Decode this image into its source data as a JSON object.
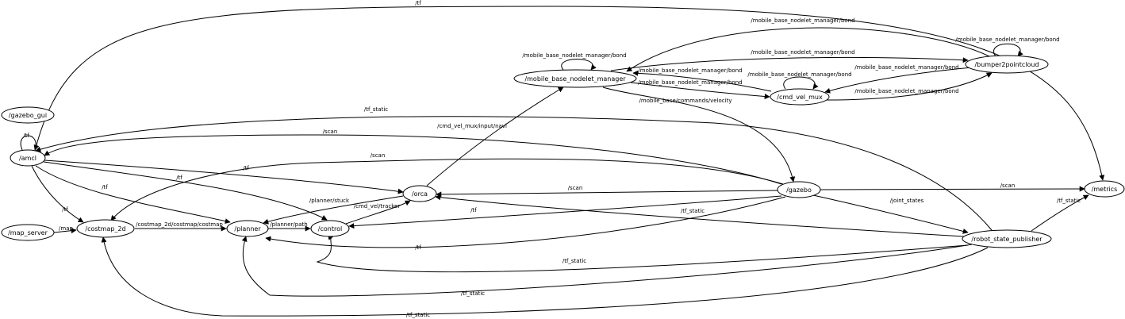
{
  "graph": {
    "nodes": [
      {
        "id": "gazebo_gui",
        "label": "/gazebo_gui"
      },
      {
        "id": "amcl",
        "label": "/amcl"
      },
      {
        "id": "map_server",
        "label": "/map_server"
      },
      {
        "id": "costmap_2d",
        "label": "/costmap_2d"
      },
      {
        "id": "planner",
        "label": "/planner"
      },
      {
        "id": "control",
        "label": "/control"
      },
      {
        "id": "orca",
        "label": "/orca"
      },
      {
        "id": "mobile_base_nodelet_manager",
        "label": "/mobile_base_nodelet_manager"
      },
      {
        "id": "cmd_vel_mux",
        "label": "/cmd_vel_mux"
      },
      {
        "id": "bumper2pointcloud",
        "label": "/bumper2pointcloud"
      },
      {
        "id": "gazebo",
        "label": "/gazebo"
      },
      {
        "id": "robot_state_publisher",
        "label": "/robot_state_publisher"
      },
      {
        "id": "metrics",
        "label": "/metrics"
      }
    ],
    "edges": [
      {
        "from": "amcl",
        "to": "metrics",
        "label": "/tf"
      },
      {
        "from": "amcl",
        "to": "amcl",
        "label": "/tf"
      },
      {
        "from": "amcl",
        "to": "orca",
        "label": "/tf"
      },
      {
        "from": "amcl",
        "to": "control",
        "label": "/tf"
      },
      {
        "from": "amcl",
        "to": "planner",
        "label": "/tf"
      },
      {
        "from": "amcl",
        "to": "costmap_2d",
        "label": "/tf"
      },
      {
        "from": "map_server",
        "to": "costmap_2d",
        "label": "/map"
      },
      {
        "from": "costmap_2d",
        "to": "planner",
        "label": "/costmap_2d/costmap/costmap"
      },
      {
        "from": "planner",
        "to": "control",
        "label": "/planner/path"
      },
      {
        "from": "orca",
        "to": "planner",
        "label": "/planner/stuck"
      },
      {
        "from": "control",
        "to": "orca",
        "label": "/cmd_vel/tracker"
      },
      {
        "from": "orca",
        "to": "mobile_base_nodelet_manager",
        "label": "/cmd_vel_mux/input/navi"
      },
      {
        "from": "mobile_base_nodelet_manager",
        "to": "mobile_base_nodelet_manager",
        "label": "/mobile_base_nodelet_manager/bond"
      },
      {
        "from": "mobile_base_nodelet_manager",
        "to": "bumper2pointcloud",
        "label": "/mobile_base_nodelet_manager/bond"
      },
      {
        "from": "bumper2pointcloud",
        "to": "mobile_base_nodelet_manager",
        "label": "/mobile_base_nodelet_manager/bond"
      },
      {
        "from": "bumper2pointcloud",
        "to": "bumper2pointcloud",
        "label": "/mobile_base_nodelet_manager/bond"
      },
      {
        "from": "mobile_base_nodelet_manager",
        "to": "cmd_vel_mux",
        "label": "/mobile_base_nodelet_manager/bond"
      },
      {
        "from": "cmd_vel_mux",
        "to": "mobile_base_nodelet_manager",
        "label": "/mobile_base_nodelet_manager/bond"
      },
      {
        "from": "cmd_vel_mux",
        "to": "cmd_vel_mux",
        "label": "/mobile_base_nodelet_manager/bond"
      },
      {
        "from": "bumper2pointcloud",
        "to": "cmd_vel_mux",
        "label": "/mobile_base_nodelet_manager/bond"
      },
      {
        "from": "cmd_vel_mux",
        "to": "bumper2pointcloud",
        "label": "/mobile_base_nodelet_manager/bond"
      },
      {
        "from": "mobile_base_nodelet_manager",
        "to": "gazebo",
        "label": "/mobile_base/commands/velocity"
      },
      {
        "from": "robot_state_publisher",
        "to": "amcl",
        "label": "/tf_static"
      },
      {
        "from": "gazebo",
        "to": "amcl",
        "label": "/scan"
      },
      {
        "from": "gazebo",
        "to": "costmap_2d",
        "label": "/scan"
      },
      {
        "from": "gazebo",
        "to": "orca",
        "label": "/scan"
      },
      {
        "from": "gazebo",
        "to": "metrics",
        "label": "/scan"
      },
      {
        "from": "gazebo",
        "to": "control",
        "label": "/tf"
      },
      {
        "from": "gazebo",
        "to": "planner",
        "label": "/tf"
      },
      {
        "from": "gazebo",
        "to": "robot_state_publisher",
        "label": "/joint_states"
      },
      {
        "from": "robot_state_publisher",
        "to": "orca",
        "label": "/tf_static"
      },
      {
        "from": "robot_state_publisher",
        "to": "metrics",
        "label": "/tf_static"
      },
      {
        "from": "robot_state_publisher",
        "to": "control",
        "label": "/tf_static"
      },
      {
        "from": "robot_state_publisher",
        "to": "planner",
        "label": "/tf_static"
      },
      {
        "from": "robot_state_publisher",
        "to": "costmap_2d",
        "label": "/tf_static"
      }
    ]
  }
}
